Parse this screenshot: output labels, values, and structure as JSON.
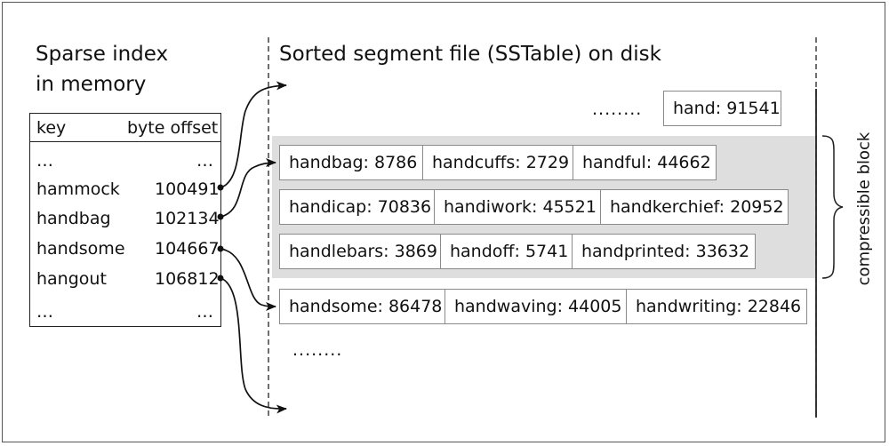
{
  "index": {
    "title_line1": "Sparse index",
    "title_line2": "in memory",
    "header_key": "key",
    "header_offset": "byte offset",
    "ellipsis": "…",
    "rows": [
      {
        "key": "hammock",
        "offset": "100491"
      },
      {
        "key": "handbag",
        "offset": "102134"
      },
      {
        "key": "handsome",
        "offset": "104667"
      },
      {
        "key": "hangout",
        "offset": "106812"
      }
    ]
  },
  "segment": {
    "title": "Sorted segment file (SSTable) on disk",
    "top_dots": "........",
    "top_entry": "hand: 91541",
    "rows": [
      [
        "handbag: 8786",
        "handcuffs: 2729",
        "handful: 44662"
      ],
      [
        "handicap: 70836",
        "handiwork: 45521",
        "handkerchief: 20952"
      ],
      [
        "handlebars: 3869",
        "handoff: 5741",
        "handprinted: 33632"
      ],
      [
        "handsome: 86478",
        "handwaving: 44005",
        "handwriting: 22846"
      ]
    ],
    "bottom_dots": "........"
  },
  "block_label": "compressible block",
  "colors": {
    "block_shade": "#dedede",
    "box_border": "#8a8a8a",
    "line": "#111111"
  }
}
